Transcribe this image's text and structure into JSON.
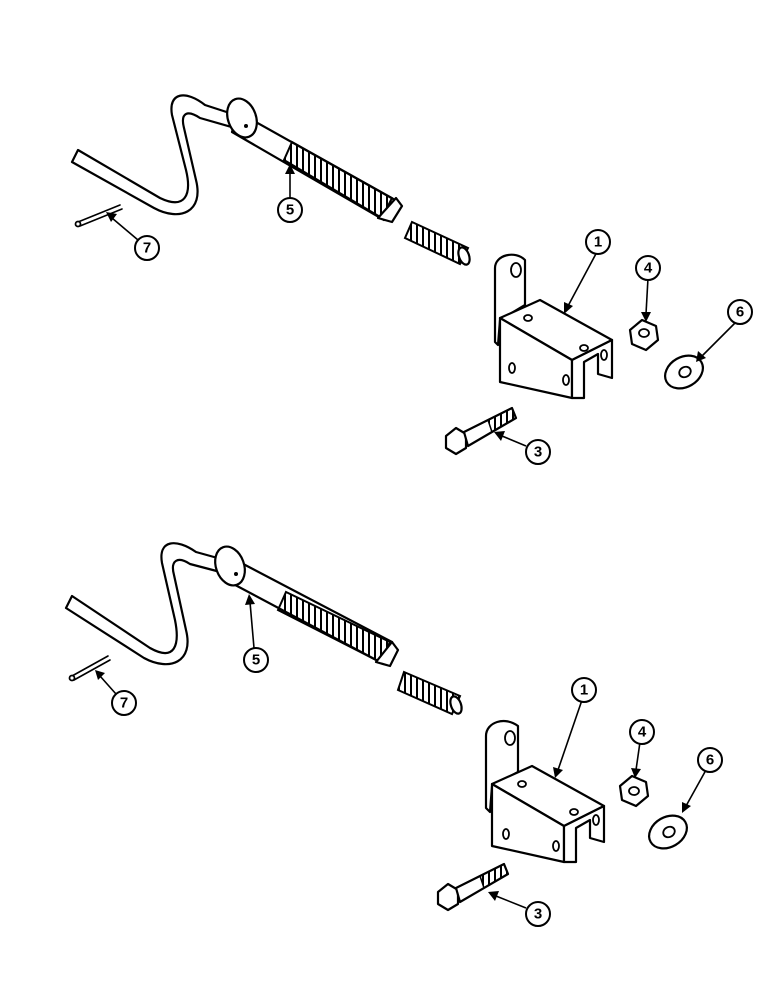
{
  "assemblies": [
    {
      "id": "upper",
      "callouts": [
        {
          "part": "1",
          "label": "1"
        },
        {
          "part": "4",
          "label": "4"
        },
        {
          "part": "6",
          "label": "6"
        },
        {
          "part": "5",
          "label": "5"
        },
        {
          "part": "7",
          "label": "7"
        },
        {
          "part": "3",
          "label": "3"
        }
      ]
    },
    {
      "id": "lower",
      "callouts": [
        {
          "part": "1",
          "label": "1"
        },
        {
          "part": "4",
          "label": "4"
        },
        {
          "part": "6",
          "label": "6"
        },
        {
          "part": "5",
          "label": "5"
        },
        {
          "part": "7",
          "label": "7"
        },
        {
          "part": "3",
          "label": "3"
        }
      ]
    }
  ],
  "colors": {
    "line": "#000000",
    "background": "#ffffff"
  }
}
